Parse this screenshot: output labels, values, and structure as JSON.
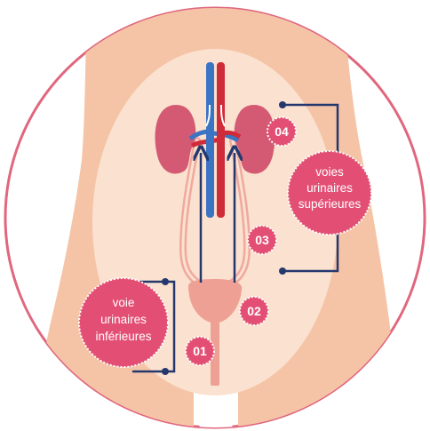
{
  "colors": {
    "circle_outline": "#e0677e",
    "skin": "#f5c4a7",
    "torso_oval": "#fbe1cf",
    "kidney": "#d45a73",
    "vein": "#3b74c2",
    "artery": "#cf2b38",
    "ureter": "#f0a99f",
    "bladder": "#eea095",
    "pointer_line": "#24386e",
    "badge": "#e34f74"
  },
  "badges": [
    {
      "id": "01",
      "label": "01"
    },
    {
      "id": "02",
      "label": "02"
    },
    {
      "id": "03",
      "label": "03"
    },
    {
      "id": "04",
      "label": "04"
    }
  ],
  "bubbles": {
    "upper": {
      "lines": [
        "voies",
        "urinaires",
        "supérieures"
      ]
    },
    "lower": {
      "lines": [
        "voie",
        "urinaires",
        "inférieures"
      ]
    }
  }
}
